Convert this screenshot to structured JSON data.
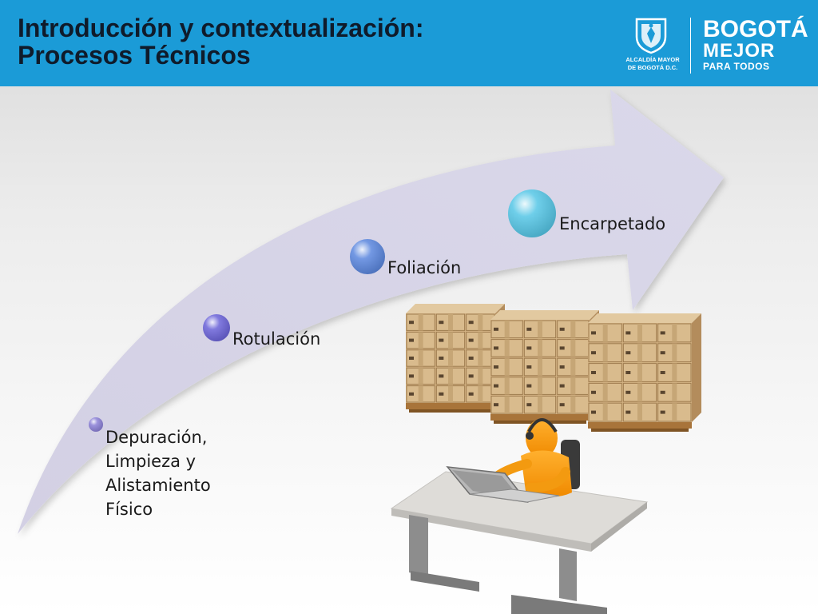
{
  "slide": {
    "title_line1": "Introducción y contextualización:",
    "title_line2": "Procesos Técnicos"
  },
  "logos": {
    "alcaldia_line1": "ALCALDÍA MAYOR",
    "alcaldia_line2": "DE BOGOTÁ D.C.",
    "brand_line1": "BOGOTÁ",
    "brand_line2": "MEJOR",
    "brand_line3": "PARA TODOS"
  },
  "process_steps": [
    {
      "label": "Depuración,\nLimpieza y\nAlistamiento\nFísico",
      "color": "#8a7fd6"
    },
    {
      "label": "Rotulación",
      "color": "#6a62d8"
    },
    {
      "label": "Foliación",
      "color": "#5a86de"
    },
    {
      "label": "Encarpetado",
      "color": "#55c6e6"
    }
  ],
  "colors": {
    "header": "#1b9bd7",
    "arrow": "#d6d3e6",
    "title_text": "#0f1b2b"
  },
  "icons": {
    "shield": "bogota-coat-of-arms-icon",
    "boxes": "pallet-boxes-icon",
    "worker": "desk-worker-icon"
  }
}
